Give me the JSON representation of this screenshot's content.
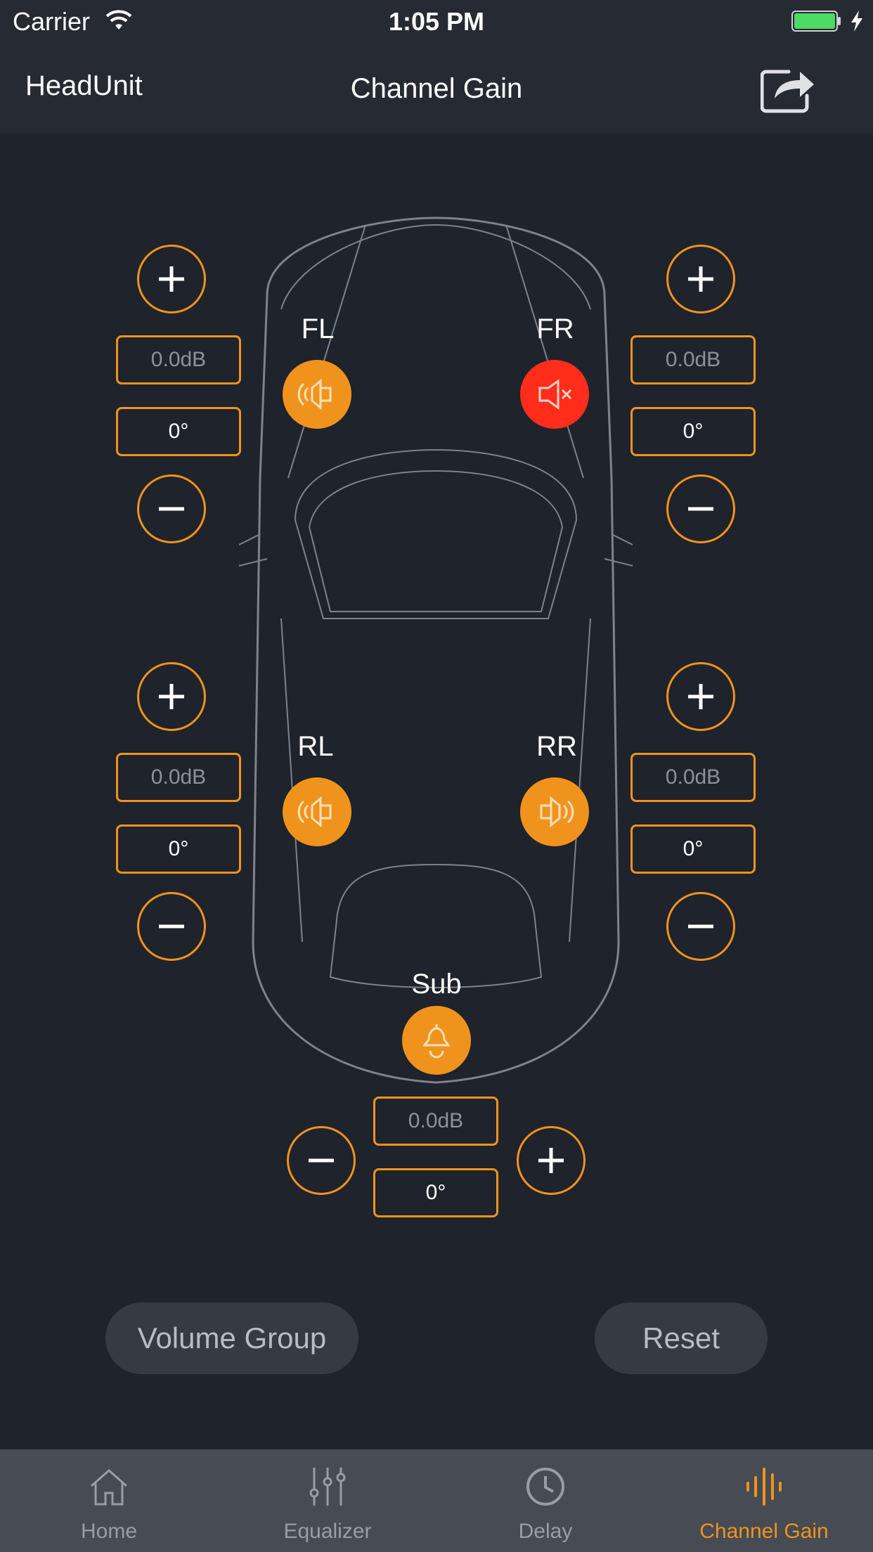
{
  "status_bar": {
    "carrier": "Carrier",
    "time": "1:05 PM"
  },
  "nav": {
    "back_label": "HeadUnit",
    "title": "Channel Gain"
  },
  "channels": {
    "fl": {
      "label": "FL",
      "gain": "0.0dB",
      "phase": "0°",
      "muted": false
    },
    "fr": {
      "label": "FR",
      "gain": "0.0dB",
      "phase": "0°",
      "muted": true
    },
    "rl": {
      "label": "RL",
      "gain": "0.0dB",
      "phase": "0°",
      "muted": false
    },
    "rr": {
      "label": "RR",
      "gain": "0.0dB",
      "phase": "0°",
      "muted": false
    },
    "sub": {
      "label": "Sub",
      "gain": "0.0dB",
      "phase": "0°",
      "muted": false
    }
  },
  "actions": {
    "volume_group": "Volume Group",
    "reset": "Reset"
  },
  "tabs": [
    {
      "label": "Home",
      "icon": "home-icon",
      "active": false
    },
    {
      "label": "Equalizer",
      "icon": "equalizer-icon",
      "active": false
    },
    {
      "label": "Delay",
      "icon": "clock-icon",
      "active": false
    },
    {
      "label": "Channel Gain",
      "icon": "waveform-icon",
      "active": true
    }
  ],
  "colors": {
    "accent": "#f0931d",
    "muted": "#ff2d1a",
    "background": "#1f232b",
    "tab_bar": "#464b54"
  }
}
